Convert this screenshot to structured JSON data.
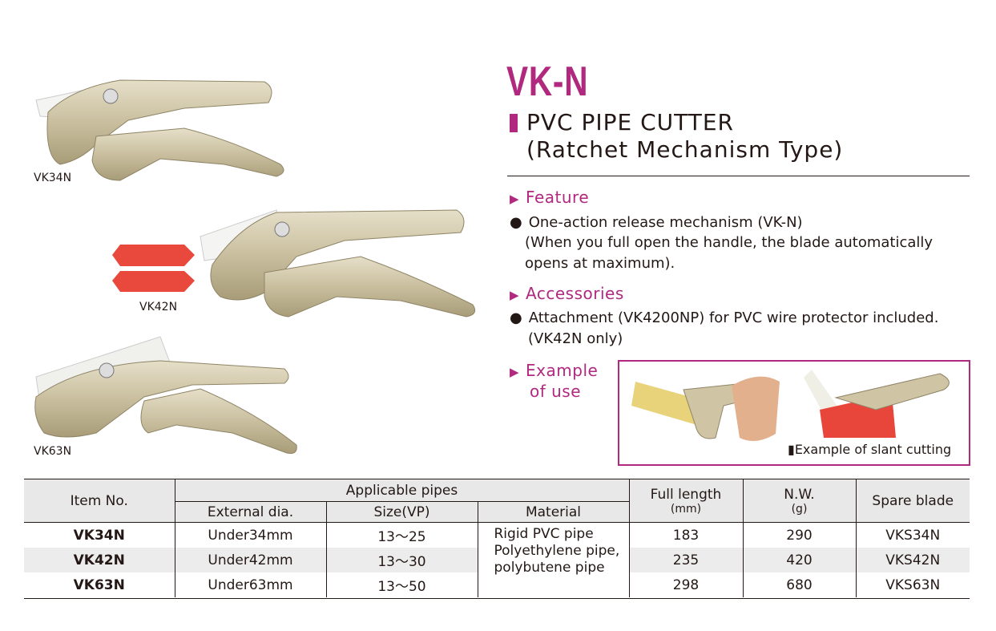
{
  "product": {
    "series": "VK-N",
    "subtitle_line1": "PVC PIPE CUTTER",
    "subtitle_line2": "(Ratchet Mechanism Type)"
  },
  "images": {
    "vk34n_label": "VK34N",
    "vk42n_label": "VK42N",
    "vk63n_label": "VK63N"
  },
  "sections": {
    "feature": {
      "heading": "Feature",
      "bullet_line1": "One-action release mechanism (VK-N)",
      "bullet_line2": "(When you full open the handle, the blade automatically",
      "bullet_line3": "opens at maximum)."
    },
    "accessories": {
      "heading": "Accessories",
      "bullet_line1": "Attachment (VK4200NP) for PVC wire protector included.",
      "bullet_line2": "(VK42N only)"
    },
    "example": {
      "heading_line1": "Example",
      "heading_line2": "of use",
      "caption": "Example of slant cutting"
    }
  },
  "table": {
    "headers": {
      "item": "Item No.",
      "applicable": "Applicable pipes",
      "external": "External dia.",
      "size": "Size(VP)",
      "material": "Material",
      "length": "Full length",
      "length_unit": "(mm)",
      "nw": "N.W.",
      "nw_unit": "(g)",
      "spare": "Spare blade"
    },
    "material": "Rigid PVC pipe Polyethylene pipe, polybutene pipe",
    "rows": [
      {
        "item": "VK34N",
        "external": "Under34mm",
        "size": "13～25",
        "length": "183",
        "nw": "290",
        "spare": "VKS34N"
      },
      {
        "item": "VK42N",
        "external": "Under42mm",
        "size": "13～30",
        "length": "235",
        "nw": "420",
        "spare": "VKS42N"
      },
      {
        "item": "VK63N",
        "external": "Under63mm",
        "size": "13～50",
        "length": "298",
        "nw": "680",
        "spare": "VKS63N"
      }
    ]
  }
}
